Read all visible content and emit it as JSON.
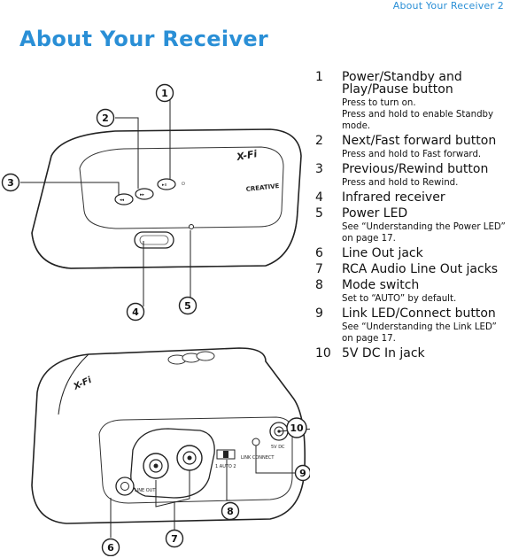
{
  "header": {
    "running": "About Your Receiver  2"
  },
  "title": "About Your Receiver",
  "figure": {
    "callouts": [
      "1",
      "2",
      "3",
      "4",
      "5",
      "6",
      "7",
      "8",
      "9",
      "10"
    ],
    "device_text": {
      "brand": "CREATIVE",
      "logo": "X-Fi",
      "line_out": "LINE OUT",
      "mode_switch": "1  AUTO  2",
      "link_connect": "LINK CONNECT",
      "dc_in": "5V DC"
    }
  },
  "items": [
    {
      "num": "1",
      "label": "Power/Standby and Play/Pause button",
      "desc": "Press to turn on.\nPress and hold to enable Standby mode."
    },
    {
      "num": "2",
      "label": "Next/Fast forward button",
      "desc": "Press and hold to Fast forward."
    },
    {
      "num": "3",
      "label": "Previous/Rewind button",
      "desc": "Press and hold to Rewind."
    },
    {
      "num": "4",
      "label": "Infrared receiver",
      "desc": ""
    },
    {
      "num": "5",
      "label": "Power LED",
      "desc": "See “Understanding the Power LED” on page 17."
    },
    {
      "num": "6",
      "label": "Line Out jack",
      "desc": ""
    },
    {
      "num": "7",
      "label": "RCA Audio Line Out jacks",
      "desc": ""
    },
    {
      "num": "8",
      "label": "Mode switch",
      "desc": "Set to “AUTO” by default."
    },
    {
      "num": "9",
      "label": "Link LED/Connect button",
      "desc": "See “Understanding the Link LED” on page 17."
    },
    {
      "num": "10",
      "label": "5V DC In jack",
      "desc": ""
    }
  ]
}
